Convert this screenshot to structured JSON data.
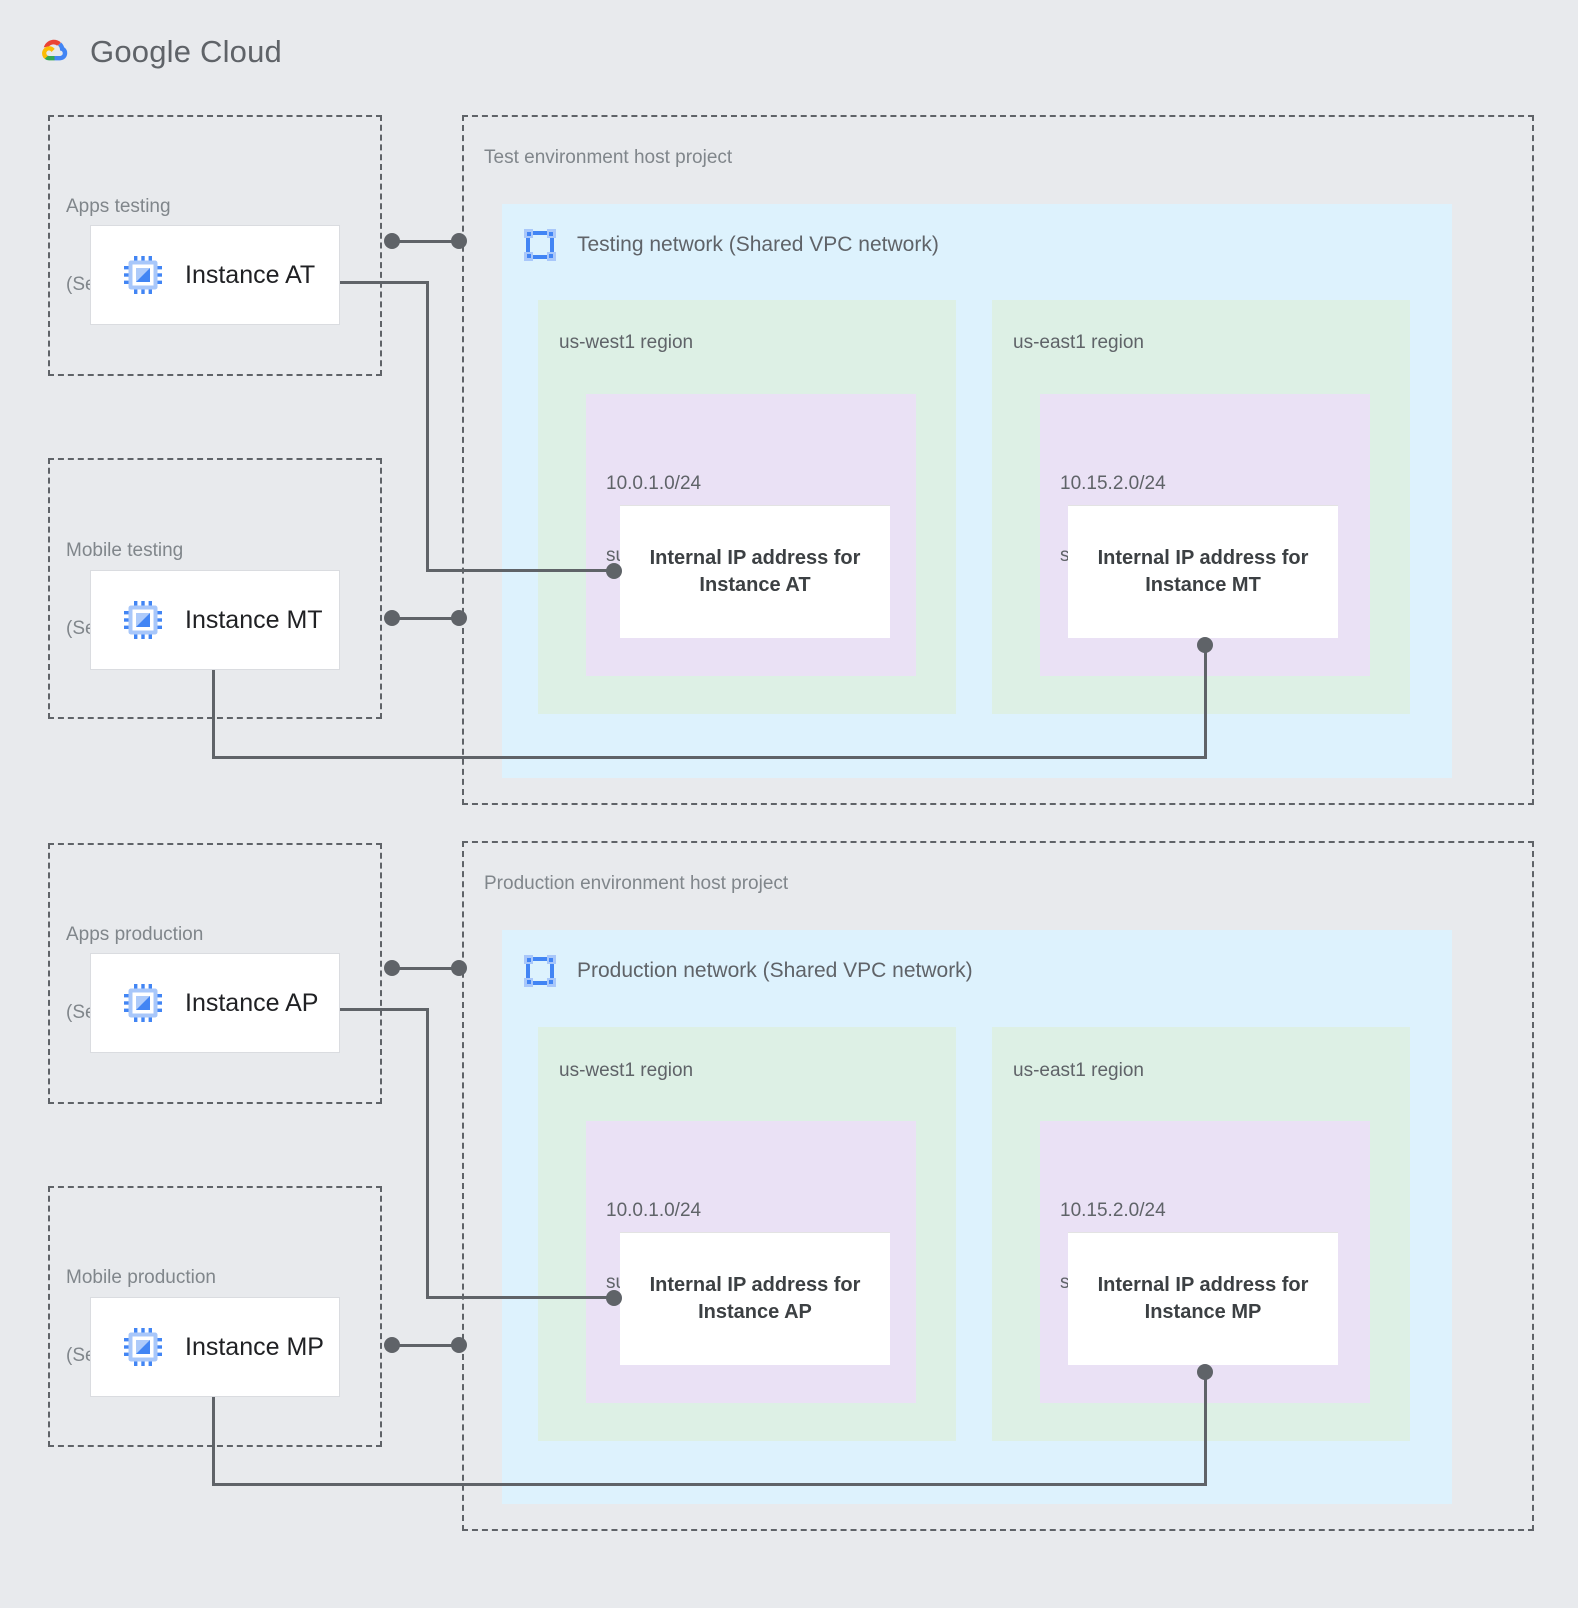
{
  "brand": {
    "name_bold": "Google",
    "name_light": " Cloud",
    "logo_icon": "google-cloud-logo-icon",
    "colors": {
      "red": "#EA4335",
      "blue": "#4285F4",
      "yellow": "#FBBC05",
      "green": "#34A853",
      "text": "#5F6368"
    }
  },
  "palette": {
    "page_background": "#e8eaed",
    "vpc_background": "#ddf2fd",
    "region_background": "#ddf0e5",
    "subnet_background": "#eae1f5",
    "card_background": "#ffffff",
    "connector": "#5f6368",
    "dashed_border": "#5f6368",
    "icon_blue": "#4285f4",
    "icon_blue_light": "#a8c7fa"
  },
  "service_projects": [
    {
      "id": "apps-testing",
      "title": "Apps testing",
      "subtitle": "(Service project)",
      "instance": {
        "label": "Instance AT",
        "icon": "compute-instance-icon"
      }
    },
    {
      "id": "mobile-testing",
      "title": "Mobile testing",
      "subtitle": "(Service project)",
      "instance": {
        "label": "Instance MT",
        "icon": "compute-instance-icon"
      }
    },
    {
      "id": "apps-production",
      "title": "Apps production",
      "subtitle": "(Service project)",
      "instance": {
        "label": "Instance AP",
        "icon": "compute-instance-icon"
      }
    },
    {
      "id": "mobile-production",
      "title": "Mobile production",
      "subtitle": "(Service project)",
      "instance": {
        "label": "Instance MP",
        "icon": "compute-instance-icon"
      }
    }
  ],
  "host_projects": [
    {
      "id": "test-host",
      "title": "Test environment host project",
      "network": {
        "title": "Testing network (Shared VPC network)",
        "icon": "vpc-network-icon",
        "regions": [
          {
            "name": "us-west1 region",
            "subnet": {
              "cidr": "10.0.1.0/24",
              "kind": "subnet",
              "ip_box": "Internal IP address for Instance AT",
              "ip_box_line1": "Internal IP address for",
              "ip_box_line2": "Instance AT"
            }
          },
          {
            "name": "us-east1 region",
            "subnet": {
              "cidr": "10.15.2.0/24",
              "kind": "subnet",
              "ip_box": "Internal IP address for Instance MT",
              "ip_box_line1": "Internal IP address for",
              "ip_box_line2": "Instance MT"
            }
          }
        ]
      }
    },
    {
      "id": "prod-host",
      "title": "Production environment host project",
      "network": {
        "title": "Production network (Shared VPC network)",
        "icon": "vpc-network-icon",
        "regions": [
          {
            "name": "us-west1 region",
            "subnet": {
              "cidr": "10.0.1.0/24",
              "kind": "subnet",
              "ip_box": "Internal IP address for Instance AP",
              "ip_box_line1": "Internal IP address for",
              "ip_box_line2": "Instance AP"
            }
          },
          {
            "name": "us-east1 region",
            "subnet": {
              "cidr": "10.15.2.0/24",
              "kind": "subnet",
              "ip_box": "Internal IP address for Instance MP",
              "ip_box_line1": "Internal IP address for",
              "ip_box_line2": "Instance MP"
            }
          }
        ]
      }
    }
  ]
}
